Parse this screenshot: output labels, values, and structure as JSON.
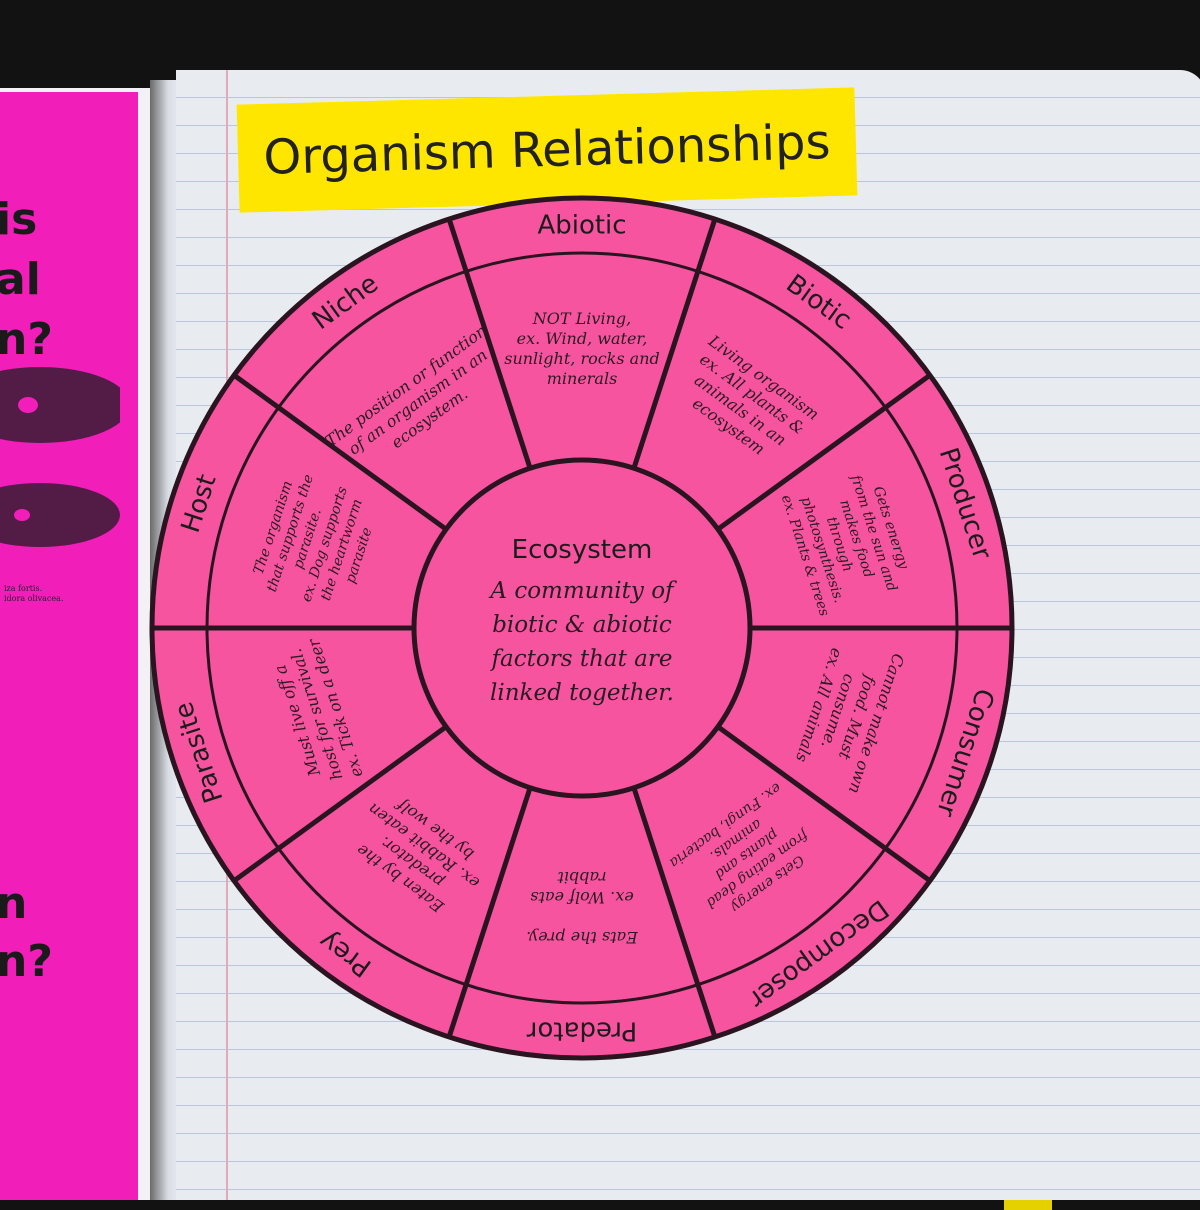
{
  "title": "Organism Relationships",
  "center": {
    "heading": "Ecosystem",
    "lines": [
      "A community of",
      "biotic & abiotic",
      "factors that are",
      "linked together."
    ]
  },
  "sectors": [
    {
      "label": "Abiotic",
      "desc": [
        "NOT Living,",
        "ex. Wind, water,",
        "sunlight, rocks and",
        "minerals"
      ]
    },
    {
      "label": "Biotic",
      "desc": [
        "Living organism",
        "ex. All plants &",
        "animals in an",
        "ecosystem"
      ]
    },
    {
      "label": "Producer",
      "desc": [
        "Gets energy",
        "from the sun and",
        "makes food",
        "through",
        "photosynthesis.",
        "ex. Plants & trees"
      ]
    },
    {
      "label": "Consumer",
      "desc": [
        "Cannot make own",
        "food. Must",
        "consume.",
        "ex. All animals"
      ]
    },
    {
      "label": "Decomposer",
      "desc": [
        "Gets energy",
        "from eating dead",
        "plants and",
        "animals.",
        "ex. Fungi, bacteria"
      ]
    },
    {
      "label": "Predator",
      "desc": [
        "Eats the prey.",
        "",
        "ex. Wolf eats",
        "rabbit"
      ]
    },
    {
      "label": "Prey",
      "desc": [
        "Eaten by the",
        "predator.",
        "ex. Rabbit eaten",
        "by the wolf"
      ]
    },
    {
      "label": "Parasite",
      "desc": [
        "Must live off a",
        "host for survival.",
        "ex. Tick on a deer"
      ]
    },
    {
      "label": "Host",
      "desc": [
        "The organism",
        "that supports the",
        "parasite.",
        "ex. Dog supports",
        "the heartworm",
        "parasite"
      ]
    },
    {
      "label": "Niche",
      "desc": [
        "The position or function",
        "of an organism in an",
        "ecosystem."
      ]
    }
  ],
  "left_page": {
    "fragments": [
      "is",
      "al",
      "n?",
      "n",
      "n?"
    ],
    "caption": [
      "iza fortis.",
      "idora olivacea."
    ]
  },
  "colors": {
    "wheel_pink": "#f7549f",
    "left_pink": "#f21eb9",
    "title_yellow": "#ffe600",
    "outline": "#2a1420"
  }
}
